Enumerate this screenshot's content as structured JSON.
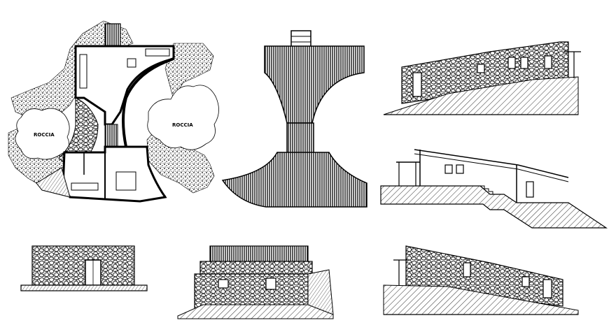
{
  "drawing": {
    "labels": {
      "rock_left": "ROCCIA",
      "rock_right": "ROCCIA"
    },
    "colors": {
      "line": "#000000",
      "paper": "#ffffff"
    },
    "views": [
      {
        "id": "floor-plan"
      },
      {
        "id": "roof-plan"
      },
      {
        "id": "side-elevation-top"
      },
      {
        "id": "section"
      },
      {
        "id": "front-elevation"
      },
      {
        "id": "perspective-elevation"
      },
      {
        "id": "side-elevation-bottom"
      }
    ]
  }
}
